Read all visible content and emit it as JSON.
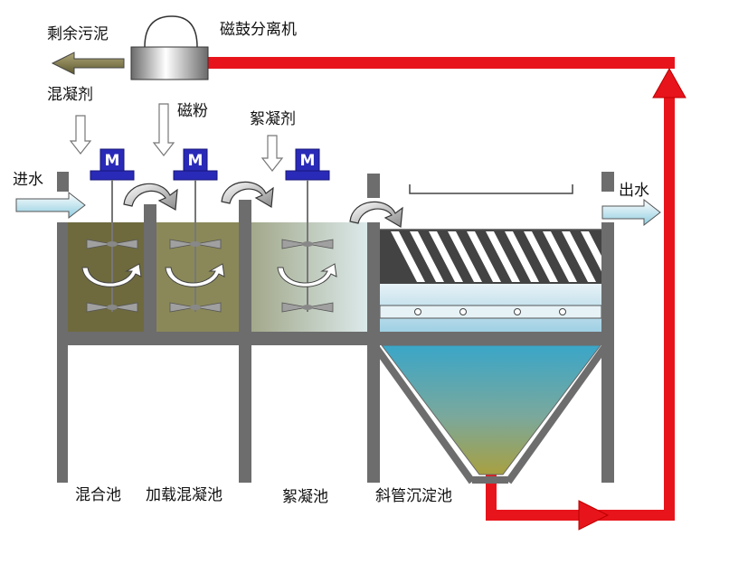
{
  "labels": {
    "excess_sludge": "剩余污泥",
    "magnetic_separator": "磁鼓分离机",
    "coagulant": "混凝剂",
    "magnetic_powder": "磁粉",
    "flocculant": "絮凝剂",
    "inlet": "进水",
    "outlet": "出水",
    "mixing_tank": "混合池",
    "loaded_coagulation_tank": "加载混凝池",
    "flocculation_tank": "絮凝池",
    "inclined_tube_settler": "斜管沉淀池"
  },
  "motor_label": "M",
  "colors": {
    "pipe_red": "#e8141b",
    "wall_gray": "#6d6d6d",
    "motor_blue": "#2a2ab8",
    "sludge_brown": "#6e6a3e",
    "settler_blue": "#4aa8c4"
  }
}
